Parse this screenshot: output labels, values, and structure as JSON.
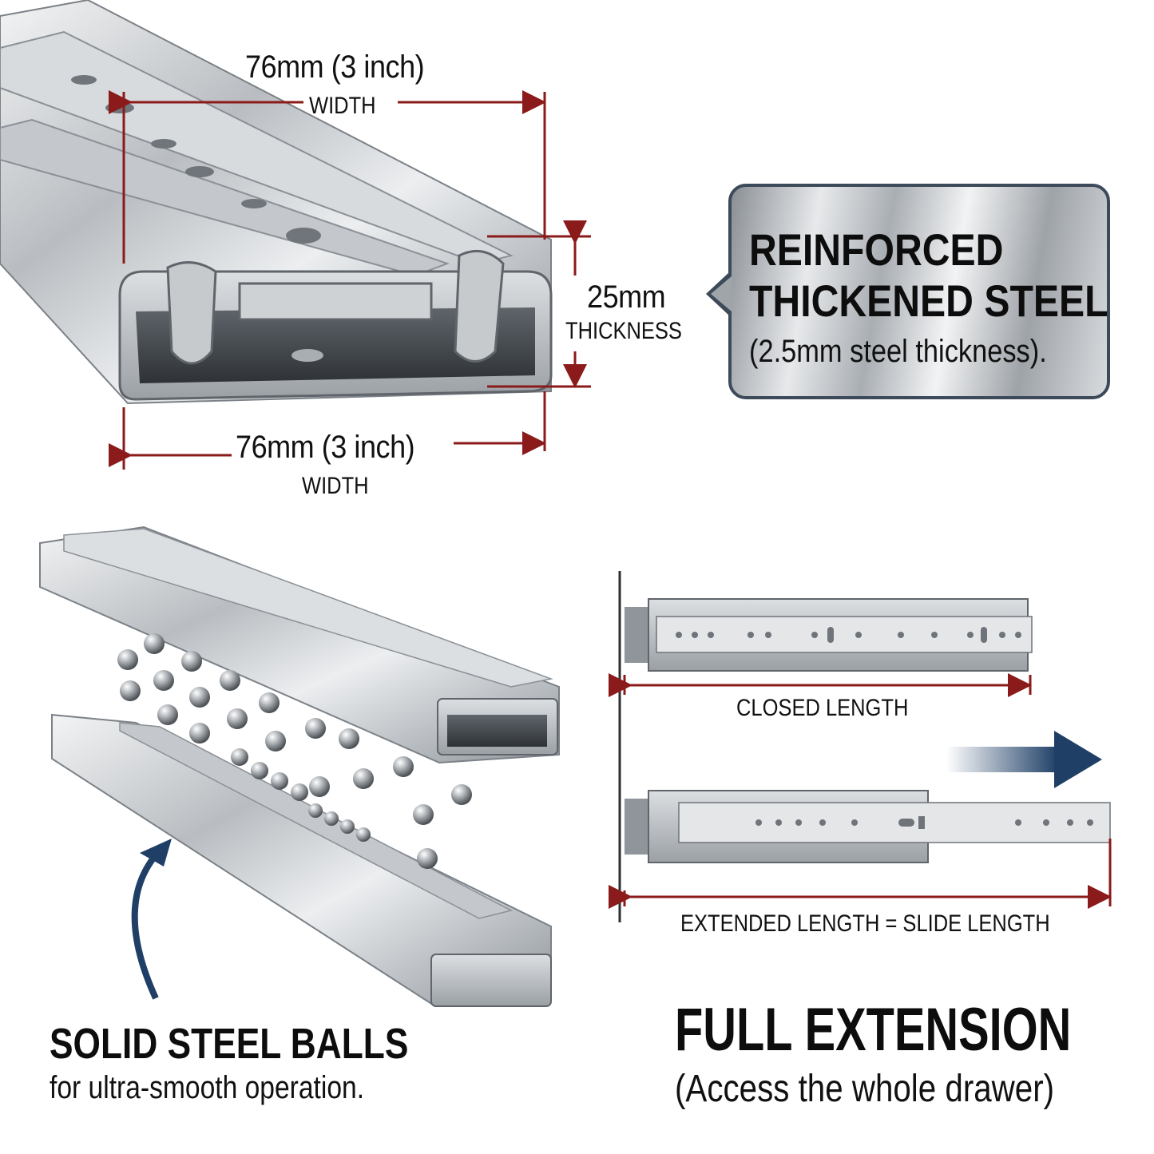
{
  "top_diagram": {
    "top_width_value": "76mm (3 inch)",
    "top_width_label": "WIDTH",
    "thickness_value": "25mm",
    "thickness_label": "THICKNESS",
    "bottom_width_value": "76mm (3 inch)",
    "bottom_width_label": "WIDTH"
  },
  "badge": {
    "line1": "REINFORCED",
    "line2": "THICKENED STEEL",
    "line3": "(2.5mm steel thickness)."
  },
  "extension_diagram": {
    "closed_label": "CLOSED LENGTH",
    "extended_label": "EXTENDED LENGTH = SLIDE LENGTH"
  },
  "balls_caption": {
    "title": "SOLID STEEL BALLS",
    "subtitle": "for ultra-smooth operation."
  },
  "extension_caption": {
    "title": "FULL EXTENSION",
    "subtitle": "(Access the whole drawer)"
  },
  "colors": {
    "dimension_red": "#8b1a1a",
    "accent_navy": "#1f3f66",
    "steel_light": "#e6e8ea",
    "steel_dark": "#6e747a"
  }
}
